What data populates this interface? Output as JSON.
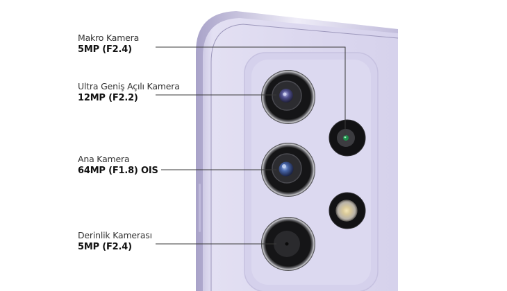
{
  "image": {
    "subject": "phone-rear-camera-module",
    "body_color": "#d9d5ee",
    "line_color": "#3a3a3a"
  },
  "callouts": [
    {
      "id": "macro",
      "title": "Makro Kamera",
      "spec": "5MP (F2.4)"
    },
    {
      "id": "ultrawide",
      "title": "Ultra Geniş Açılı Kamera",
      "spec": "12MP (F2.2)"
    },
    {
      "id": "main",
      "title": "Ana Kamera",
      "spec": "64MP (F1.8) OIS"
    },
    {
      "id": "depth",
      "title": "Derinlik Kamerası",
      "spec": "5MP (F2.4)"
    }
  ]
}
